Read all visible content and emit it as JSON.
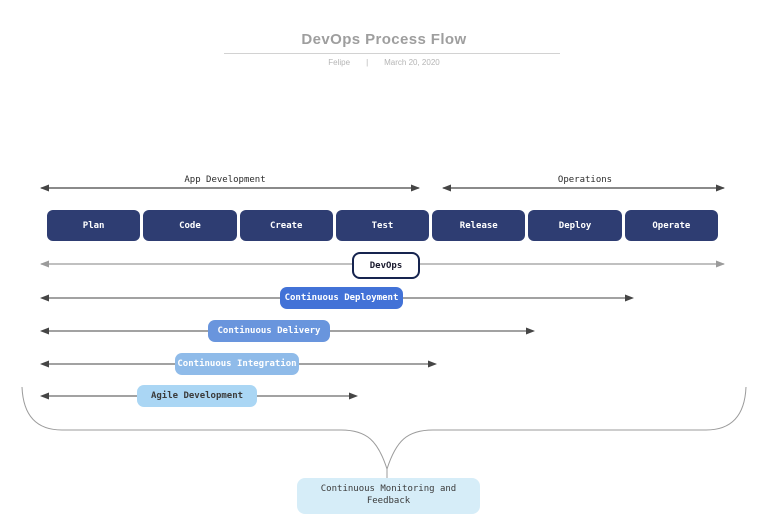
{
  "header": {
    "title": "DevOps Process Flow",
    "author": "Felipe",
    "separator": "|",
    "date": "March 20, 2020"
  },
  "phase_arrows": [
    {
      "label": "App Development"
    },
    {
      "label": "Operations"
    }
  ],
  "stages": [
    {
      "label": "Plan"
    },
    {
      "label": "Code"
    },
    {
      "label": "Create"
    },
    {
      "label": "Test"
    },
    {
      "label": "Release"
    },
    {
      "label": "Deploy"
    },
    {
      "label": "Operate"
    }
  ],
  "bands": [
    {
      "label": "DevOps",
      "fill": "#ffffff",
      "text_color": "#1a1a2e"
    },
    {
      "label": "Continuous Deployment",
      "fill": "#4272d7",
      "text_color": "#ffffff"
    },
    {
      "label": "Continuous Delivery",
      "fill": "#6995dd",
      "text_color": "#ffffff"
    },
    {
      "label": "Continuous Integration",
      "fill": "#8fbbe9",
      "text_color": "#ffffff"
    },
    {
      "label": "Agile Development",
      "fill": "#aad6f4",
      "text_color": "#3b3b3b"
    }
  ],
  "footer": {
    "label": "Continuous Monitoring and Feedback"
  },
  "colors": {
    "stage_fill": "#2e3d72",
    "devops_border": "#16244f",
    "monitor_fill": "#d6edf8",
    "dark_arrow": "#454545",
    "gray_arrow": "#9b9b9b",
    "title_gray": "#9e9e9e"
  }
}
